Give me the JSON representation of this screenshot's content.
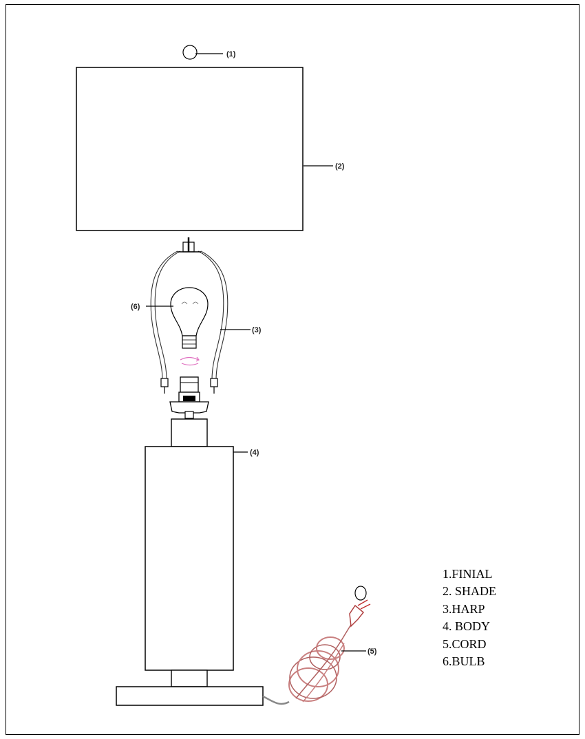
{
  "callouts": {
    "finial": "(1)",
    "shade": "(2)",
    "harp": "(3)",
    "body": "(4)",
    "cord": "(5)",
    "bulb": "(6)"
  },
  "legend": [
    "1.FINIAL",
    "2. SHADE",
    "3.HARP",
    "4. BODY",
    "5.CORD",
    "6.BULB"
  ],
  "colors": {
    "line": "#000000",
    "cord": "#c98080",
    "arrow": "#e070c0"
  }
}
